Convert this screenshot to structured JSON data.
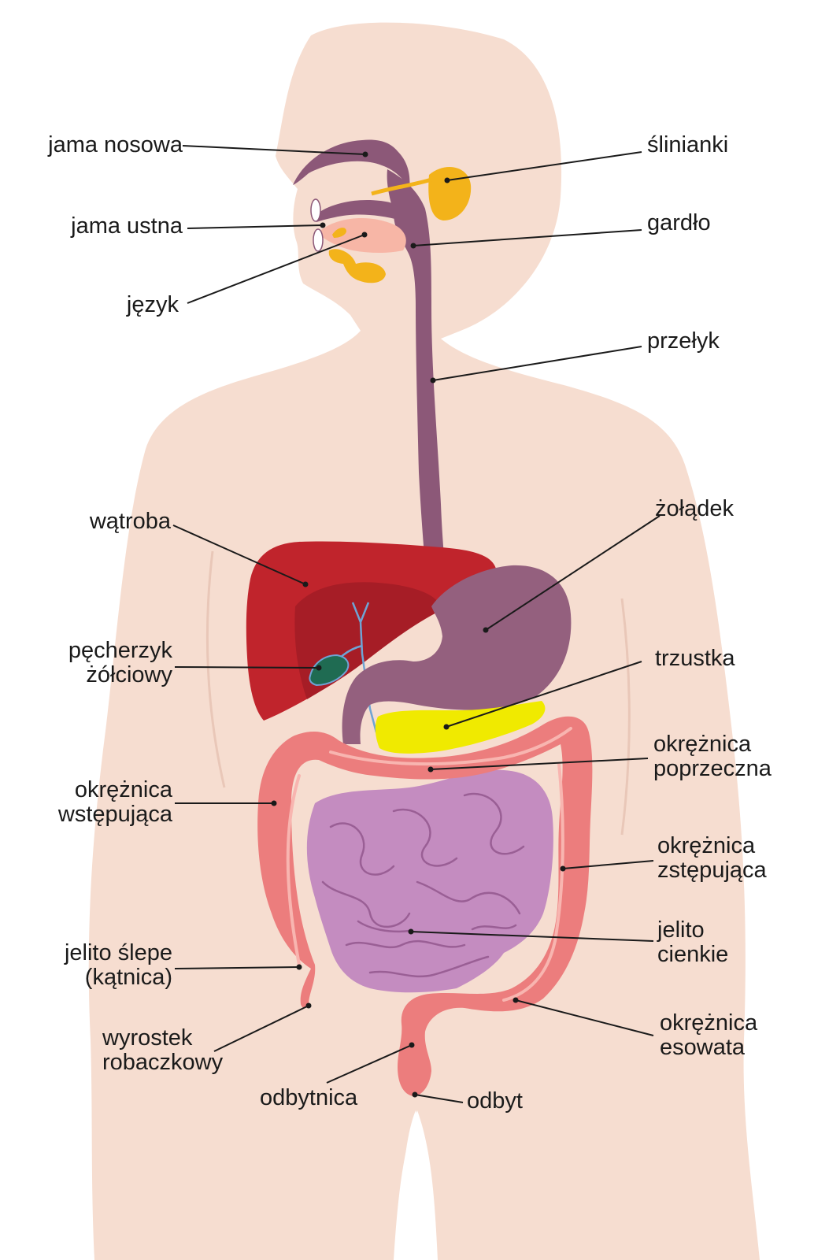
{
  "labels": {
    "jama_nosowa": [
      "jama nosowa"
    ],
    "jama_ustna": [
      "jama ustna"
    ],
    "jezyk": [
      "język"
    ],
    "slinianki": [
      "ślinianki"
    ],
    "gardlo": [
      "gardło"
    ],
    "przelyk": [
      "przełyk"
    ],
    "watroba": [
      "wątroba"
    ],
    "pecherzyk": [
      "pęcherzyk",
      "żółciowy"
    ],
    "zoladek": [
      "żołądek"
    ],
    "trzustka": [
      "trzustka"
    ],
    "okreznica_poprzeczna": [
      "okrężnica",
      "poprzeczna"
    ],
    "okreznica_wstepujaca": [
      "okrężnica",
      "wstępująca"
    ],
    "okreznica_zstepujaca": [
      "okrężnica",
      "zstępująca"
    ],
    "jelito_cienkie": [
      "jelito",
      "cienkie"
    ],
    "jelito_slepe": [
      "jelito ślepe",
      "(kątnica)"
    ],
    "wyrostek": [
      "wyrostek",
      "robaczkowy"
    ],
    "okreznica_esowata": [
      "okrężnica",
      "esowata"
    ],
    "odbytnica": [
      "odbytnica"
    ],
    "odbyt": [
      "odbyt"
    ]
  },
  "colors": {
    "skin": "#f6ddd0",
    "esophagus": "#8c5878",
    "stomach": "#94607e",
    "liver": "#c0242c",
    "liver_shadow": "#a61d26",
    "gallbladder": "#1f6b52",
    "bile_duct": "#6fa4d4",
    "pancreas": "#f0ea00",
    "salivary": "#f3b31a",
    "tongue": "#f7b6a6",
    "large_intestine": "#ec7d7d",
    "large_intestine_dark": "#d95f63",
    "small_intestine": "#c48cc0",
    "small_intestine_line": "#9a5f95"
  }
}
